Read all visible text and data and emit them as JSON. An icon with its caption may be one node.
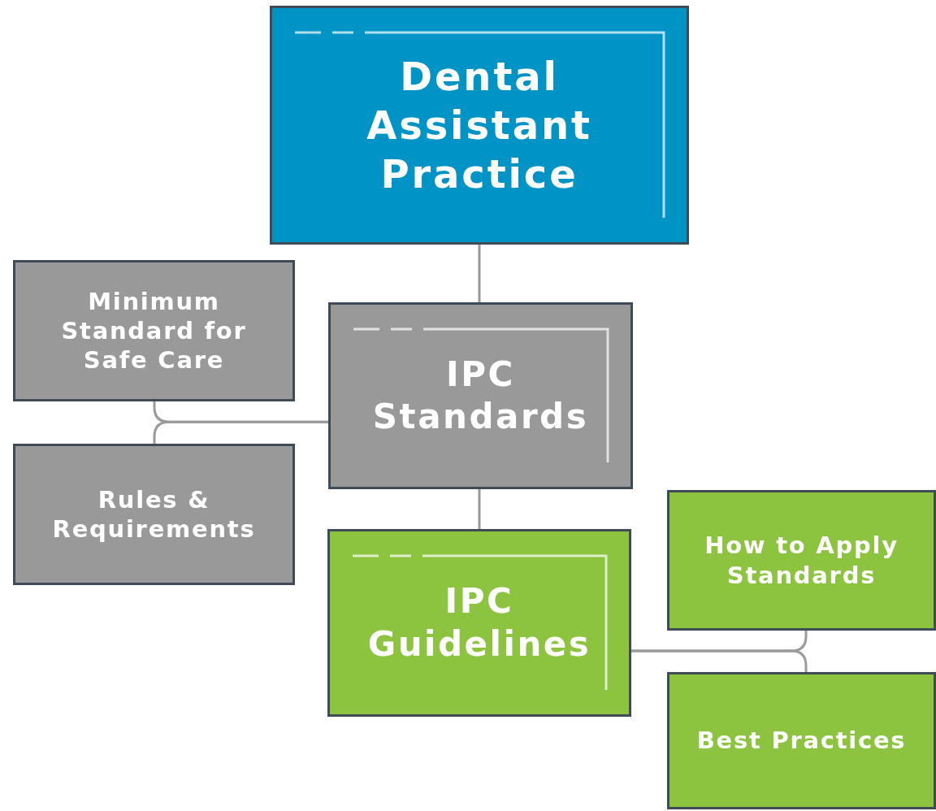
{
  "diagram": {
    "nodes": [
      {
        "text": [
          "Dental Assistant Practice"
        ]
      },
      {
        "text": [
          "Minimum Standard for Safe Care"
        ]
      },
      {
        "text": [
          "IPC Standards"
        ]
      },
      {
        "text": [
          "Rules & Requirements"
        ]
      },
      {
        "text": [
          "IPC Guidelines"
        ]
      },
      {
        "text": [
          "How to Apply Standards"
        ]
      },
      {
        "text": [
          "Best Practices"
        ]
      }
    ],
    "edges": [
      {
        "from": 0,
        "to": 2,
        "arrow": "none"
      },
      {
        "from": 2,
        "to": 1,
        "arrow": "none"
      },
      {
        "from": 2,
        "to": 3,
        "arrow": "none"
      },
      {
        "from": 2,
        "to": 4,
        "arrow": "none"
      },
      {
        "from": 4,
        "to": 5,
        "arrow": "none"
      },
      {
        "from": 4,
        "to": 6,
        "arrow": "none"
      }
    ]
  }
}
